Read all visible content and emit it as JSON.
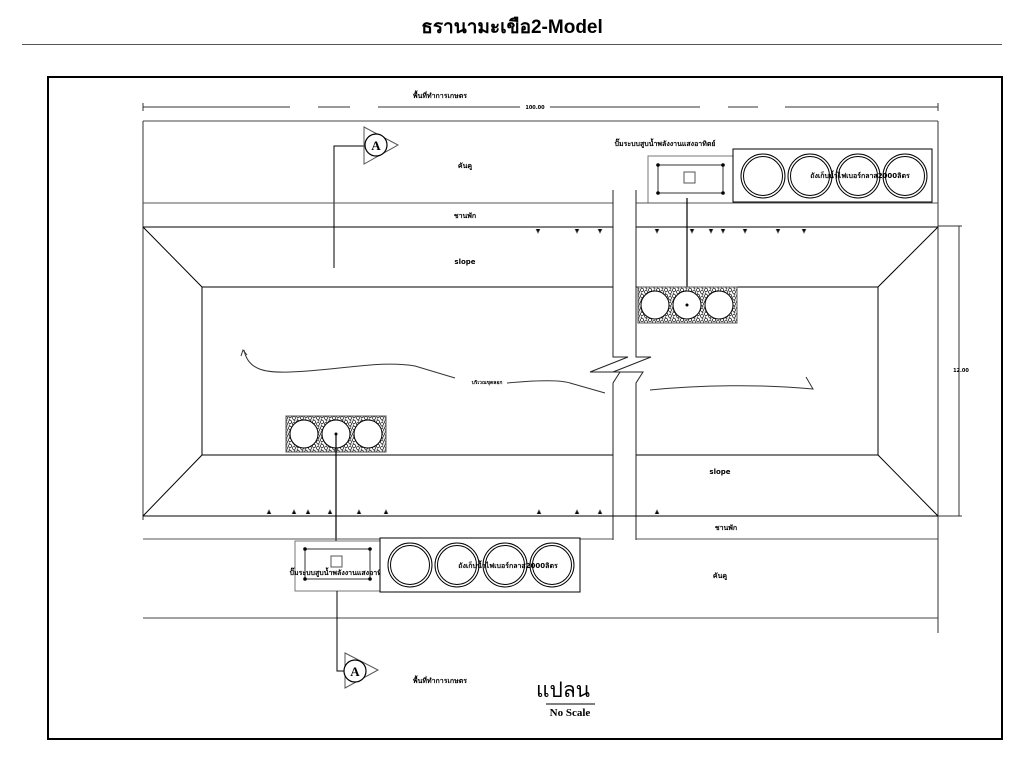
{
  "window": {
    "title": "ธรานามะเขือ2-Model"
  },
  "drawing": {
    "top_area_label": "พื้นที่ทำการเกษตร",
    "bottom_area_label": "พื้นที่ทำการเกษตร",
    "length_dimension": "100.00",
    "width_dimension": "12.00",
    "embankment_top_label": "คันคู",
    "embankment_bottom_label": "คันคู",
    "berm_top_label": "ชานพัก",
    "berm_bottom_label": "ชานพัก",
    "slope_top_label": "slope",
    "slope_bottom_label": "slope",
    "pond_label": "บริเวณขุดลอก",
    "pump_top_label": "ปั๊มระบบสูบน้ำพลังงานแสงอาทิตย์",
    "pump_bottom_label": "ปั๊มระบบสูบน้ำพลังงานแสงอาทิตย์",
    "tank_top_label": "ถังเก็บน้ำไฟเบอร์กลาส2000ลิตร",
    "tank_bottom_label": "ถังเก็บน้ำไฟเบอร์กลาส2000ลิตร",
    "section_marker_top": "A",
    "section_marker_bottom": "A",
    "plan_title": "แปลน",
    "plan_scale": "No Scale"
  },
  "colors": {
    "line": "#000000",
    "thin_line": "#444444",
    "light_line": "#777777",
    "background": "#ffffff"
  }
}
